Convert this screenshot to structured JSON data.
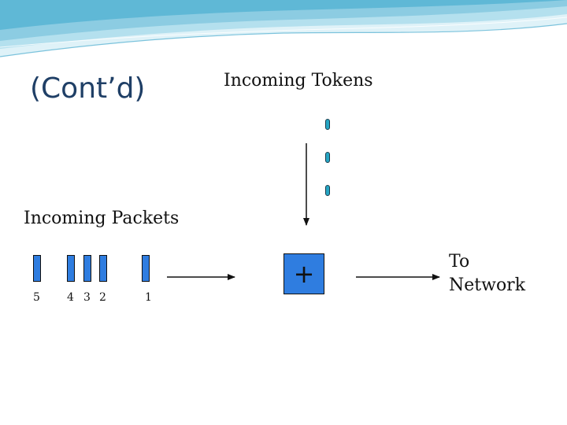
{
  "slide": {
    "title": "(Cont’d)",
    "incoming_tokens_label": "Incoming Tokens",
    "incoming_packets_label": "Incoming Packets",
    "destination_label_line1": "To",
    "destination_label_line2": "Network",
    "bucket_symbol": "+"
  },
  "packets": {
    "numbers": [
      "5",
      "4",
      "3",
      "2",
      "1"
    ]
  },
  "colors": {
    "title_text": "#1f3f66",
    "packet_fill": "#2f7de0",
    "token_fill": "#25a6c4",
    "header_wave": "#5fb8d6"
  },
  "icons": {
    "token": "token-capsule-icon",
    "arrow": "arrow-right-icon"
  }
}
